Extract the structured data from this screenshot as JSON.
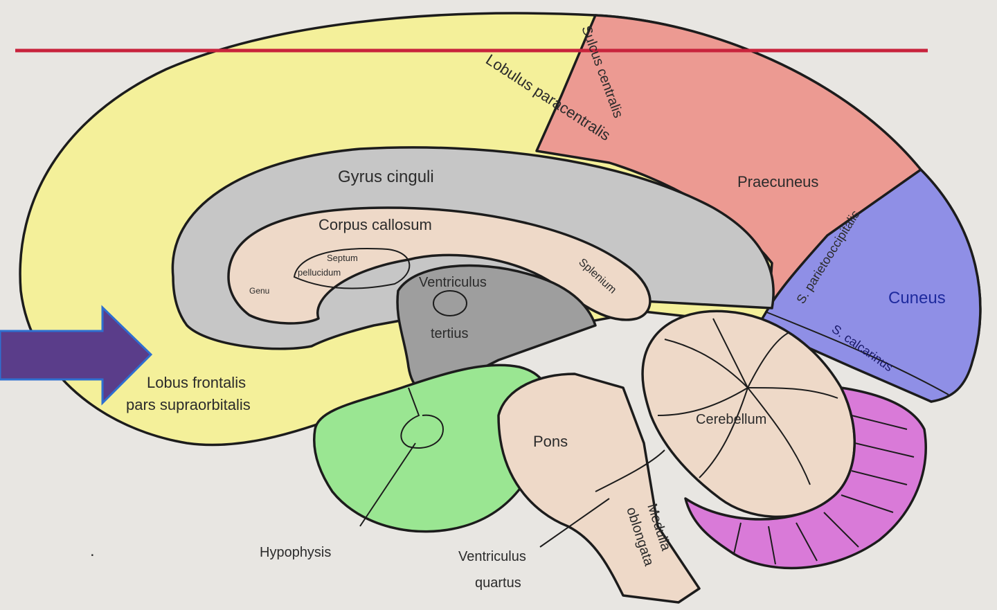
{
  "colors": {
    "background": "#e8e6e2",
    "frontal": "#f4f09a",
    "parietal": "#ec9a92",
    "occipital": "#8f8fe6",
    "cingulate": "#c6c6c6",
    "callosum": "#eed9c8",
    "ventricle": "#9e9e9e",
    "hypophysis_region": "#9ae692",
    "cerebellum": "#eed9c8",
    "vermis": "#d97ad8",
    "slide_rule": "#c8233c",
    "arrow_fill": "#5a3d8a",
    "arrow_stroke": "#2e6fd0"
  },
  "labels": {
    "sulcus_centralis": "Sulcus centralis",
    "lobulus_paracentralis": "Lobulus paracentralis",
    "gyrus_cinguli": "Gyrus cinguli",
    "praecuneus": "Praecuneus",
    "corpus_callosum": "Corpus callosum",
    "septum_line1": "Septum",
    "septum_line2": "pellucidum",
    "genu": "Genu",
    "ventriculus_line1": "Ventriculus",
    "ventriculus_line2": "tertius",
    "splenium": "Splenium",
    "s_parietooccipitalis": "S. parietooccipitalis",
    "cuneus": "Cuneus",
    "s_calcarinus": "S. calcarinus",
    "lobus_line1": "Lobus frontalis",
    "lobus_line2": "pars supraorbitalis",
    "cerebellum": "Cerebellum",
    "pons": "Pons",
    "medulla_line1": "Medulla",
    "medulla_line2": "oblongata",
    "hypophysis": "Hypophysis",
    "ventriculus_quartus_line1": "Ventriculus",
    "ventriculus_quartus_line2": "quartus"
  },
  "bullet": "."
}
